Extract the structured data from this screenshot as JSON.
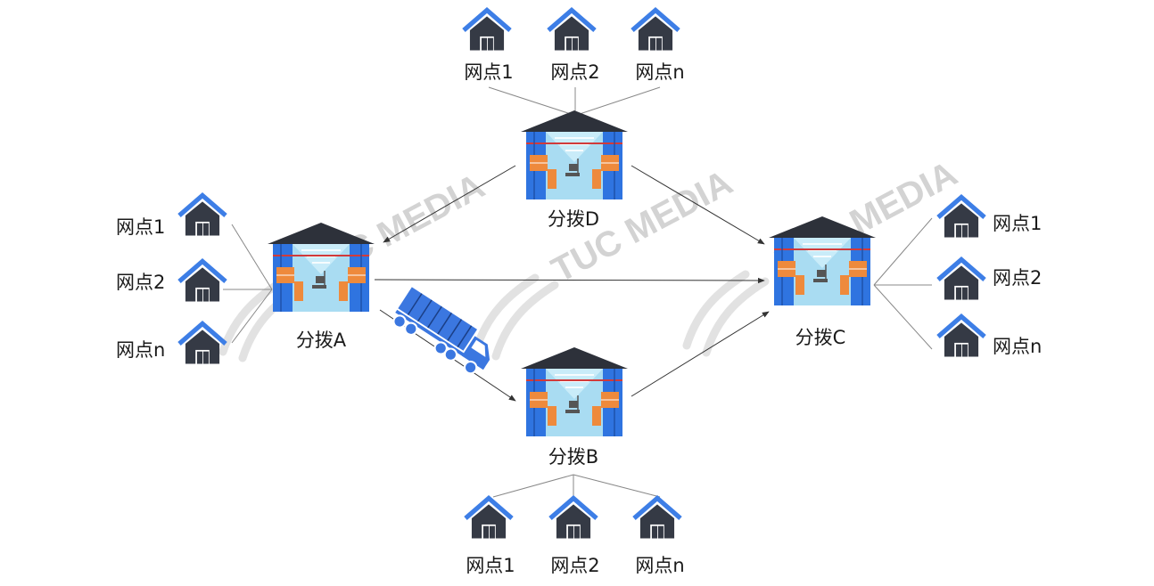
{
  "watermark_text": "TUC MEDIA",
  "hubs": {
    "d": {
      "label": "分拨D"
    },
    "a": {
      "label": "分拨A"
    },
    "c": {
      "label": "分拨C"
    },
    "b": {
      "label": "分拨B"
    }
  },
  "outlets": {
    "top": [
      "网点1",
      "网点2",
      "网点n"
    ],
    "left": [
      "网点1",
      "网点2",
      "网点n"
    ],
    "right": [
      "网点1",
      "网点2",
      "网点n"
    ],
    "bottom": [
      "网点1",
      "网点2",
      "网点n"
    ]
  },
  "colors": {
    "roof": "#2d313a",
    "house_accent": "#3d7ee6",
    "house_body": "#353a45",
    "warehouse_blue": "#2f74e0",
    "warehouse_glass": "#a9dcf2",
    "cargo": "#ee8a3c",
    "line": "#888888",
    "arrow": "#333333",
    "truck": "#3b77e0"
  }
}
